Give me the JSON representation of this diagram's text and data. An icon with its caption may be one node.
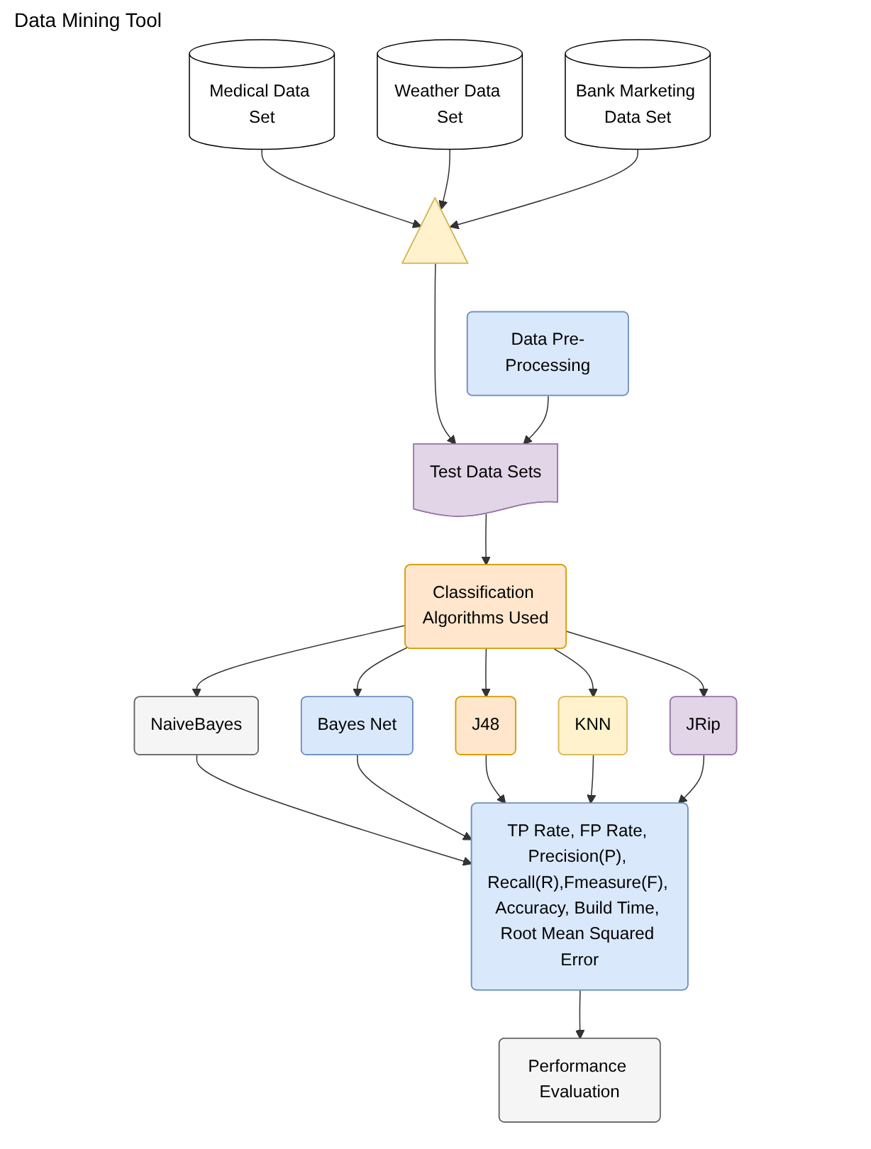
{
  "diagram": {
    "nodes": [
      {
        "text": [
          "Medical Data Set"
        ]
      },
      {
        "text": [
          "Weather Data Set"
        ]
      },
      {
        "text": [
          "Bank Marketing Data Set"
        ]
      },
      {
        "text": [],
        "shape": "triangle"
      },
      {
        "text": [
          "Test Data Sets"
        ]
      },
      {
        "text": [
          "Data Pre-Processing"
        ]
      },
      {
        "text": [
          "Classification Algorithms Used"
        ]
      },
      {
        "text": [
          "NaiveBayes"
        ]
      },
      {
        "text": [
          "Bayes Net"
        ]
      },
      {
        "text": [
          "J48"
        ]
      },
      {
        "text": [
          "KNN"
        ]
      },
      {
        "text": [
          "JRip"
        ]
      },
      {
        "text": [
          "TP Rate, FP Rate, Precision(P), Recall(R),Fmeasure(F), Accuracy, Build Time, Root Mean Squared Error"
        ]
      },
      {
        "text": [
          "Performance Evaluation"
        ]
      }
    ],
    "edges": [
      {
        "from": 0,
        "to": 3,
        "arrow": "to"
      },
      {
        "from": 1,
        "to": 3,
        "arrow": "to"
      },
      {
        "from": 2,
        "to": 3,
        "arrow": "to"
      },
      {
        "from": 3,
        "to": 4,
        "arrow": "to"
      },
      {
        "from": 5,
        "to": 4,
        "arrow": "to"
      },
      {
        "from": 4,
        "to": 6,
        "arrow": "to"
      },
      {
        "from": 6,
        "to": 7,
        "arrow": "to"
      },
      {
        "from": 6,
        "to": 8,
        "arrow": "to"
      },
      {
        "from": 6,
        "to": 9,
        "arrow": "to"
      },
      {
        "from": 6,
        "to": 10,
        "arrow": "to"
      },
      {
        "from": 6,
        "to": 11,
        "arrow": "to"
      },
      {
        "from": 7,
        "to": 12,
        "arrow": "to"
      },
      {
        "from": 8,
        "to": 12,
        "arrow": "to"
      },
      {
        "from": 9,
        "to": 12,
        "arrow": "to"
      },
      {
        "from": 10,
        "to": 12,
        "arrow": "to"
      },
      {
        "from": 11,
        "to": 12,
        "arrow": "to"
      },
      {
        "from": 12,
        "to": 13,
        "arrow": "to"
      }
    ],
    "labels": [
      "Data Mining Tool"
    ]
  }
}
